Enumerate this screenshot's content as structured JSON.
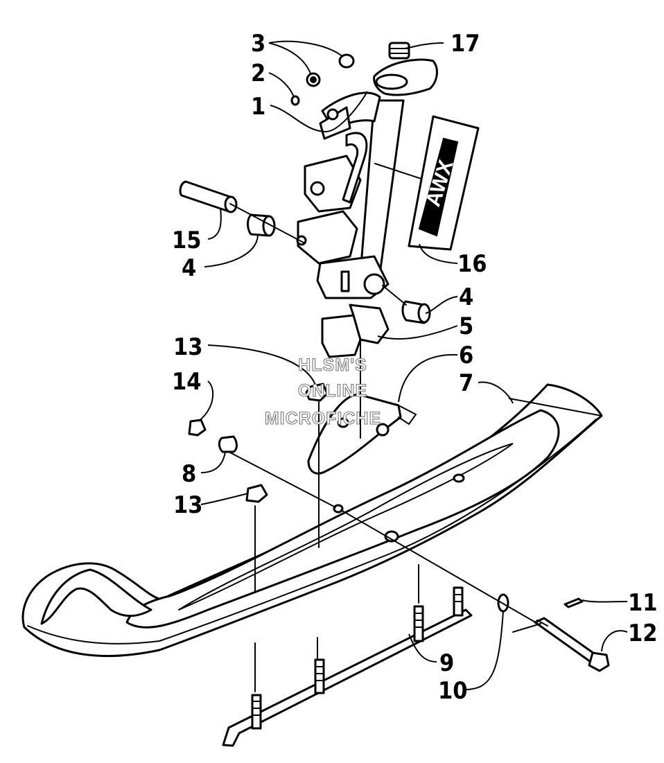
{
  "callouts": [
    {
      "id": "c3",
      "text": "3"
    },
    {
      "id": "c2",
      "text": "2"
    },
    {
      "id": "c1",
      "text": "1"
    },
    {
      "id": "c17",
      "text": "17"
    },
    {
      "id": "c15",
      "text": "15"
    },
    {
      "id": "c4a",
      "text": "4"
    },
    {
      "id": "c16",
      "text": "16"
    },
    {
      "id": "c4b",
      "text": "4"
    },
    {
      "id": "c5",
      "text": "5"
    },
    {
      "id": "c6",
      "text": "6"
    },
    {
      "id": "c13a",
      "text": "13"
    },
    {
      "id": "c14",
      "text": "14"
    },
    {
      "id": "c7",
      "text": "7"
    },
    {
      "id": "c8",
      "text": "8"
    },
    {
      "id": "c13b",
      "text": "13"
    },
    {
      "id": "c11",
      "text": "11"
    },
    {
      "id": "c12",
      "text": "12"
    },
    {
      "id": "c9",
      "text": "9"
    },
    {
      "id": "c10",
      "text": "10"
    }
  ],
  "watermark": [
    "HLSM'S",
    "ONLINE",
    "MICROFICHE"
  ],
  "decal_text": "AWX"
}
